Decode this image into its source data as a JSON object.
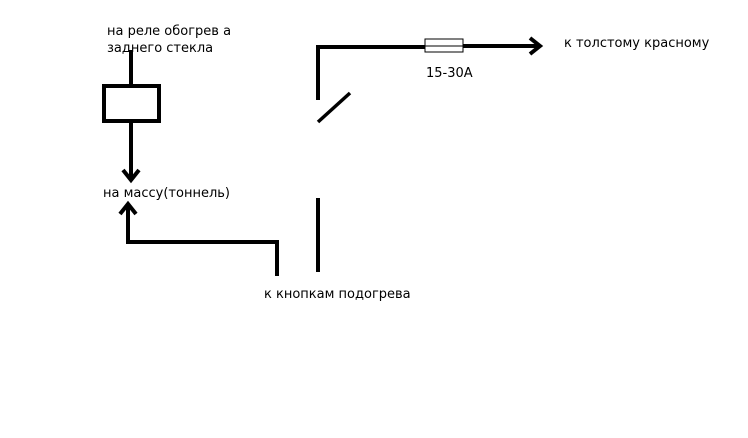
{
  "colors": {
    "wire": "#000000",
    "background": "#ffffff",
    "text": "#000000"
  },
  "labels": {
    "relay_line1": "на реле обогрев а",
    "relay_line2": "заднего стекла",
    "ground": "на массу(тоннель)",
    "to_red": "к толстому красному",
    "fuse_rating": "15-30A",
    "to_buttons": "к кнопкам подогрева"
  }
}
